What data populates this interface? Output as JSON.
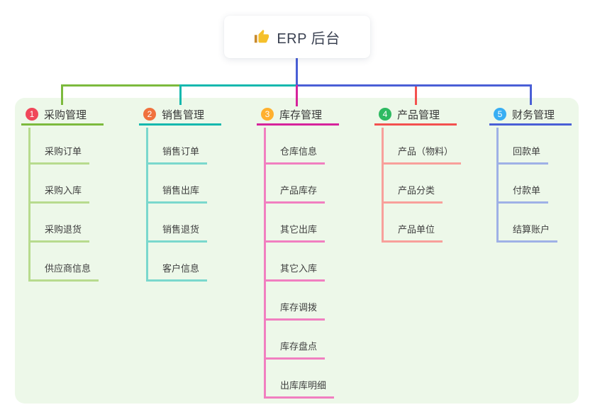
{
  "root": {
    "title": "ERP 后台",
    "icon": "thumbs-up",
    "line_color": "#4a5fd6"
  },
  "panel_color": "#edf8e9",
  "branches": [
    {
      "number": "1",
      "title": "采购管理",
      "color": "#7cba3d",
      "light_color": "#b7db8e",
      "badge_color": "#f0475a",
      "children": [
        "采购订单",
        "采购入库",
        "采购退货",
        "供应商信息"
      ]
    },
    {
      "number": "2",
      "title": "销售管理",
      "color": "#15b8ae",
      "light_color": "#7ad8cd",
      "badge_color": "#f0713e",
      "children": [
        "销售订单",
        "销售出库",
        "销售退货",
        "客户信息"
      ]
    },
    {
      "number": "3",
      "title": "库存管理",
      "color": "#d6239c",
      "light_color": "#f17fc0",
      "badge_color": "#ffb02e",
      "children": [
        "仓库信息",
        "产品库存",
        "其它出库",
        "其它入库",
        "库存调拨",
        "库存盘点",
        "出库库明细"
      ]
    },
    {
      "number": "4",
      "title": "产品管理",
      "color": "#f3514f",
      "light_color": "#f8a09b",
      "badge_color": "#2eba62",
      "children": [
        "产品（物料）",
        "产品分类",
        "产品单位"
      ]
    },
    {
      "number": "5",
      "title": "财务管理",
      "color": "#4a5fd6",
      "light_color": "#9fb1e6",
      "badge_color": "#38aef3",
      "children": [
        "回款单",
        "付款单",
        "结算账户"
      ]
    }
  ]
}
